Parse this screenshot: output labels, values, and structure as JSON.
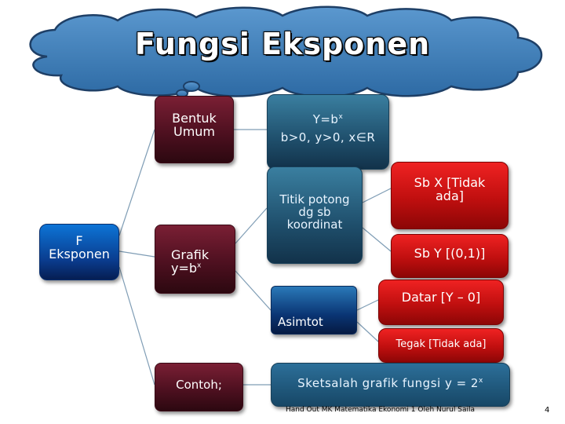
{
  "title": "Fungsi Eksponen",
  "nodes": {
    "root": "F\nEksponen",
    "bentuk_umum": "Bentuk\nUmum",
    "formula_line1": "Y=bx",
    "formula_line2": "b>0, y>0, x∈R",
    "grafik": "Grafik\ny=bx",
    "titik_potong": "Titik potong\ndg sb\nkoordinat",
    "sb_x": "Sb X  [Tidak\nada]",
    "sb_y": "Sb Y [(0,1)]",
    "asimtot": "Asimtot",
    "datar": "Datar [Y – 0]",
    "tegak": "Tegak [Tidak ada]",
    "contoh": "Contoh;",
    "sketsa": "Sketsalah grafik fungsi y = 2x"
  },
  "footer": {
    "text": "Hand Out MK Matematika Ekonomi 1  Oleh Nurul Saila",
    "page": "4"
  },
  "colors": {
    "blue_box": "#0a3c8e",
    "maroon_box": "#4e1020",
    "red_box": "#c00f0f",
    "teal_box": "#1f4f6c",
    "cloud_fill": "#3c7fb8"
  }
}
